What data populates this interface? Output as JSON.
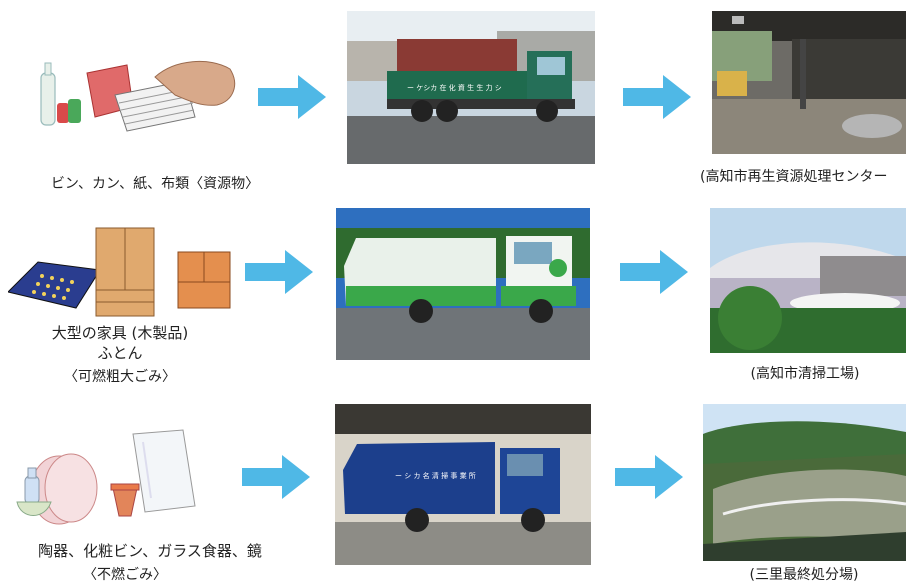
{
  "rows": [
    {
      "waste_label": "ビン、カン、紙、布類〈資源物〉",
      "facility_label": "(高知市再生資源処理センター"
    },
    {
      "waste_label_line1": "大型の家具 (木製品)",
      "waste_label_line2": "ふとん",
      "waste_label_line3": "〈可燃粗大ごみ〉",
      "facility_label": "(高知市清掃工場)"
    },
    {
      "waste_label": "陶器、化粧ビン、ガラス食器、鏡",
      "waste_label_line2": "〈不燃ごみ〉",
      "facility_label": "(三里最終処分場)"
    }
  ],
  "colors": {
    "arrow": "#4fb8e6",
    "truck1": "#1f6b4e",
    "truck2_green": "#3aa84a",
    "truck3_blue": "#1c3f8c"
  },
  "icons": [
    "bottle-icon",
    "can-icon",
    "book-icon",
    "newspaper-stack-icon",
    "cloth-icon",
    "wardrobe-icon",
    "cabinet-icon",
    "futon-icon",
    "vase-icon",
    "plate-icon",
    "pot-icon",
    "mirror-icon"
  ]
}
